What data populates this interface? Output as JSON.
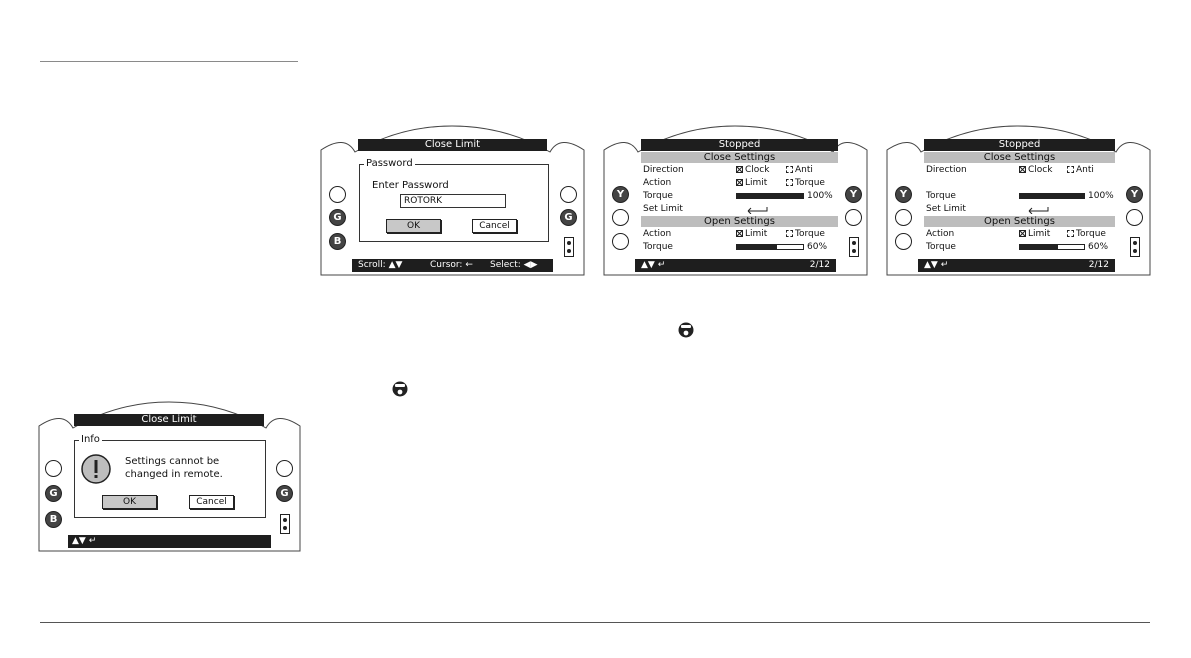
{
  "shared": {
    "ok": "OK",
    "cancel": "Cancel",
    "btn_g": "G",
    "btn_b": "B",
    "btn_y": "Y",
    "status_nav": "▲▼ ↵"
  },
  "screen1": {
    "title": "Close Limit",
    "panel_legend": "Password",
    "prompt": "Enter Password",
    "password_value": "ROTORK",
    "status_scroll": "Scroll: ▲▼",
    "status_cursor": "Cursor: ←",
    "status_select": "Select: ◀▶"
  },
  "screen2": {
    "title": "Stopped",
    "close_header": "Close Settings",
    "open_header": "Open Settings",
    "direction_label": "Direction",
    "clock": "Clock",
    "anti": "Anti",
    "action_label": "Action",
    "limit": "Limit",
    "torque": "Torque",
    "torque_label": "Torque",
    "close_torque_pct": "100%",
    "close_torque_value": 1.0,
    "set_limit_label": "Set Limit",
    "open_torque_pct": "60%",
    "open_torque_value": 0.6,
    "page": "2/12"
  },
  "screen3": {
    "title": "Stopped",
    "close_header": "Close Settings",
    "open_header": "Open Settings",
    "direction_label": "Direction",
    "clock": "Clock",
    "anti": "Anti",
    "action_label": "Action",
    "limit": "Limit",
    "torque": "Torque",
    "torque_label": "Torque",
    "close_torque_pct": "100%",
    "close_torque_value": 1.0,
    "set_limit_label": "Set Limit",
    "open_torque_pct": "60%",
    "open_torque_value": 0.6,
    "page": "2/12"
  },
  "screen4": {
    "title": "Close Limit",
    "panel_legend": "Info",
    "message_line1": "Settings cannot be",
    "message_line2": "changed in remote."
  },
  "icons": {
    "key_icon": "setting-tool-key-icon",
    "warning_icon": "exclamation-icon"
  }
}
